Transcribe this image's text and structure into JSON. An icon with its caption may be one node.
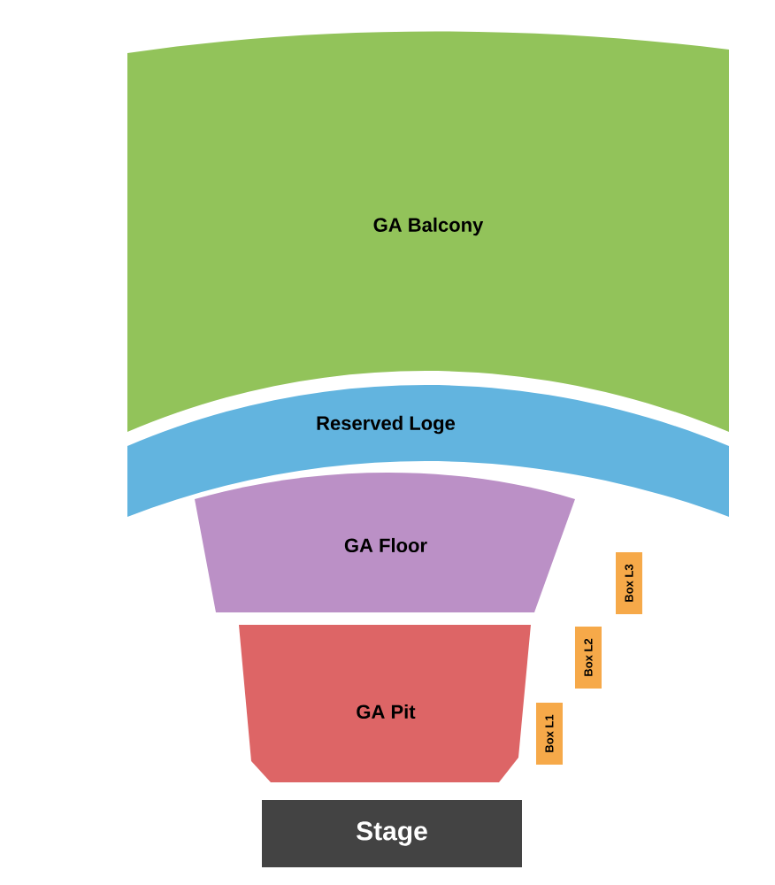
{
  "diagram": {
    "nodes": [
      {
        "text": [
          "GA Balcony"
        ]
      },
      {
        "text": [
          "Reserved Loge"
        ]
      },
      {
        "text": [
          "GA Floor"
        ]
      },
      {
        "text": [
          "GA Pit"
        ]
      },
      {
        "text": [
          "Box L1"
        ]
      },
      {
        "text": [
          "Box L2"
        ]
      },
      {
        "text": [
          "Box L3"
        ]
      },
      {
        "text": [
          "Stage"
        ]
      }
    ]
  }
}
